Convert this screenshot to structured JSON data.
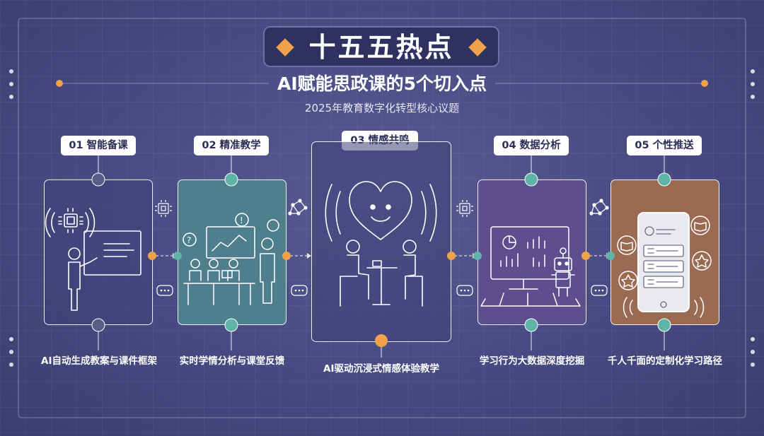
{
  "header": {
    "title": "十五五热点",
    "subtitle": "AI赋能思政课的5个切入点",
    "tagline": "2025年教育数字化转型核心议题"
  },
  "steps": [
    {
      "label": "01 智能备课",
      "caption": "AI自动生成教案与课件框架"
    },
    {
      "label": "02 精准教学",
      "caption": "实时学情分析与课堂反馈"
    },
    {
      "label": "03 情感共鸣",
      "caption": "AI驱动沉浸式情感体验教学"
    },
    {
      "label": "04 数据分析",
      "caption": "学习行为大数据深度挖掘"
    },
    {
      "label": "05 个性推送",
      "caption": "千人千面的定制化学习路径"
    }
  ],
  "colors": {
    "accent_orange": "#f0a24a",
    "accent_teal": "#5fb3a7",
    "card_teal": "#4f7f8c",
    "card_purple": "#5d4f8e",
    "card_orange": "#9a6a52",
    "card_plain": "#464a80"
  }
}
